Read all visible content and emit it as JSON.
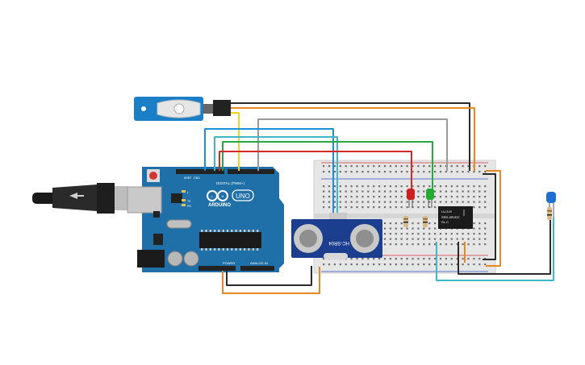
{
  "canvas": {
    "background": "#ffffff"
  },
  "arduino": {
    "logo_text": "ARDUINO",
    "model": "UNO",
    "digital_label": "DIGITAL (PWM~)",
    "power_label": "POWER",
    "analog_label": "ANALOG IN",
    "aref_label": "AREF",
    "gnd_label": "GND",
    "tx_label": "TX",
    "rx_label": "RX",
    "l_label": "L",
    "board_color": "#1f6fa8"
  },
  "ultrasonic": {
    "model_text": "HC-SR04",
    "color": "#1c3e8f"
  },
  "relay": {
    "line1": "LU-5-R",
    "line2": "SRD-05VDC",
    "line3": "SL-C"
  },
  "servo": {
    "color": "#1a7fc7"
  },
  "leds": {
    "red": "#cc2020",
    "green": "#22aa33",
    "blue": "#1e6fd0"
  },
  "wires": {
    "black": "#2a2a2a",
    "orange": "#e8891e",
    "grey": "#9a9a9a",
    "teal": "#3fb7c8",
    "blue": "#1f8fd4",
    "green": "#27a844",
    "red": "#d32a2a",
    "yellow": "#f3d21a"
  }
}
